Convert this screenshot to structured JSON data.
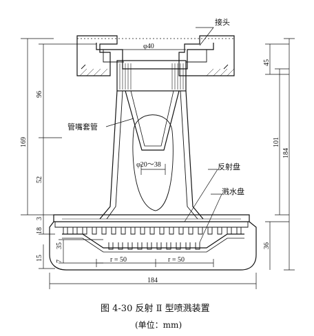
{
  "labels": {
    "joint": "接头",
    "nozzle_sleeve": "管嘴套管",
    "reflector": "反射盘",
    "splash_disc": "溅水盘"
  },
  "dimensions": {
    "phi_40": "φ40",
    "phi_20_38": "φ20～38",
    "d_96": "96",
    "d_169": "169",
    "d_52": "52",
    "d_3": "3",
    "d_18": "18",
    "d_15": "15",
    "d_7": "7",
    "d_35": "35",
    "d_45": "45",
    "d_101": "101",
    "d_184_right": "184",
    "d_36": "36",
    "r_50_left": "r = 50",
    "r_50_right": "r = 50",
    "d_184_bottom": "184"
  },
  "caption": {
    "title": "图 4-30    反射 Ⅱ 型喷溅装置",
    "unit": "(单位：mm)"
  }
}
